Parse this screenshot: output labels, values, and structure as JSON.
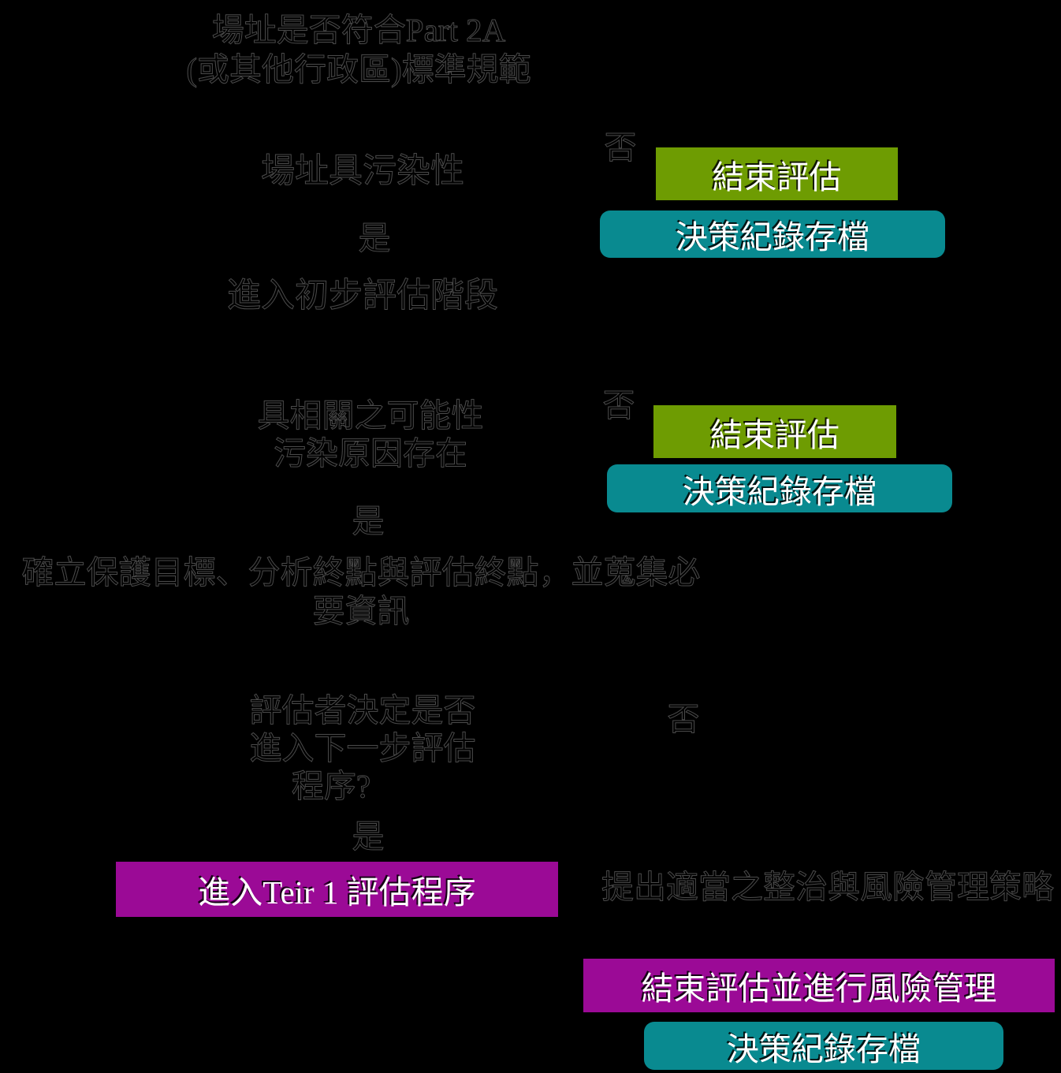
{
  "diagram": {
    "title": {
      "line1": "場址是否符合Part 2A",
      "line2": "(或其他行政區)標準規範"
    },
    "decision1": {
      "text": "場址具污染性",
      "yes_label": "是",
      "no_label": "否"
    },
    "step1": {
      "text": "進入初步評估階段"
    },
    "decision2": {
      "line1": "具相關之可能性",
      "line2": "污染原因存在",
      "yes_label": "是",
      "no_label": "否"
    },
    "step2": {
      "line1": "確立保護目標、分析終點與評估終點，並蒐集必",
      "line2": "要資訊"
    },
    "decision3": {
      "line1": "評估者決定是否",
      "line2": "進入下一步評估",
      "line3": "程序?",
      "yes_label": "是",
      "no_label": "否"
    },
    "tier1_box": {
      "label": "進入Teir 1 評估程序"
    },
    "strategy_text": {
      "text": "提出適當之整治與風險管理策略"
    },
    "end_box_1": {
      "label": "結束評估"
    },
    "archive_box_1": {
      "label": "決策紀錄存檔"
    },
    "end_box_2": {
      "label": "結束評估"
    },
    "archive_box_2": {
      "label": "決策紀錄存檔"
    },
    "end_risk_box": {
      "label": "結束評估並進行風險管理"
    },
    "archive_box_3": {
      "label": "決策紀錄存檔"
    },
    "colors": {
      "background": "#000000",
      "end_box_green": "#6E9C02",
      "archive_teal": "#098A90",
      "action_magenta": "#9B0A96",
      "box_text": "#FFFFFF"
    }
  }
}
